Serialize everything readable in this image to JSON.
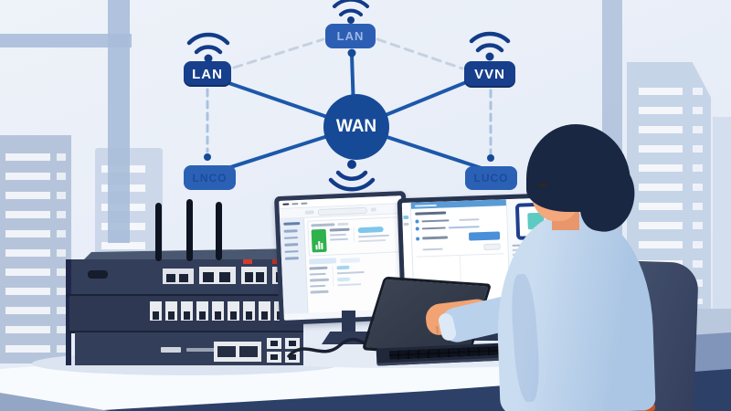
{
  "diagram": {
    "hub": {
      "label": "WAN"
    },
    "nodes": [
      {
        "id": "lan-left",
        "label": "LAN"
      },
      {
        "id": "lan-top",
        "label": "LAN"
      },
      {
        "id": "vpn-right",
        "label": "VVN"
      },
      {
        "id": "site-bottom-left",
        "label": "LNCO"
      },
      {
        "id": "site-bottom-right",
        "label": "LUCO"
      }
    ],
    "icons": [
      "wifi-icon"
    ],
    "colors": {
      "hub_fill": "#164a97",
      "node_dark": "#173f8c",
      "node_medium": "#2b61b5",
      "link_solid": "#1c58aa",
      "link_dashed_gray": "#c6d1e0",
      "link_dashed_blue": "#a9c2e2",
      "wifi": "#123c88"
    }
  },
  "screens": {
    "accent_green": "#2fb14c",
    "accent_blue_button": "#4a90d9",
    "accent_blue_pill": "#7ec6ec",
    "accent_teal_square": "#5ecac2",
    "titlebar_blue": "#5b9bd5"
  },
  "hardware": {
    "led_red": "#d43a2a",
    "chassis_navy": "#333e5a"
  }
}
